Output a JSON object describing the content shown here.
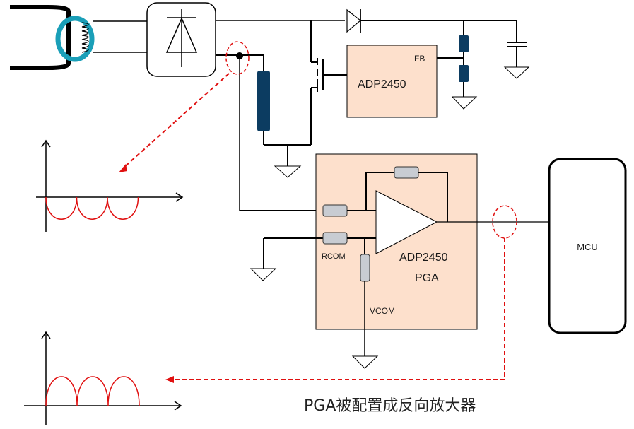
{
  "diagram": {
    "colors": {
      "ic_fill": "#fde0cc",
      "resistor_dark": "#0c3c61",
      "resistor_light": "#c8ccd2",
      "probe_red": "#e01010",
      "clamp_teal": "#1a9fb8",
      "waveform_red": "#e01010"
    },
    "blocks": {
      "power_ic": {
        "label": "ADP2450",
        "pin_fb": "FB"
      },
      "pga": {
        "label_line1": "ADP2450",
        "label_line2": "PGA",
        "pin_rcom": "RCOM",
        "pin_vcom": "VCOM"
      },
      "mcu": {
        "label": "MCU"
      }
    },
    "caption": "PGA被配置成反向放大器",
    "waveforms": [
      {
        "id": "rectifier-output",
        "description": "negative half-wave humps (below axis)",
        "humps": 3
      },
      {
        "id": "pga-output",
        "description": "positive half-wave humps (above axis)",
        "humps": 3
      }
    ]
  }
}
